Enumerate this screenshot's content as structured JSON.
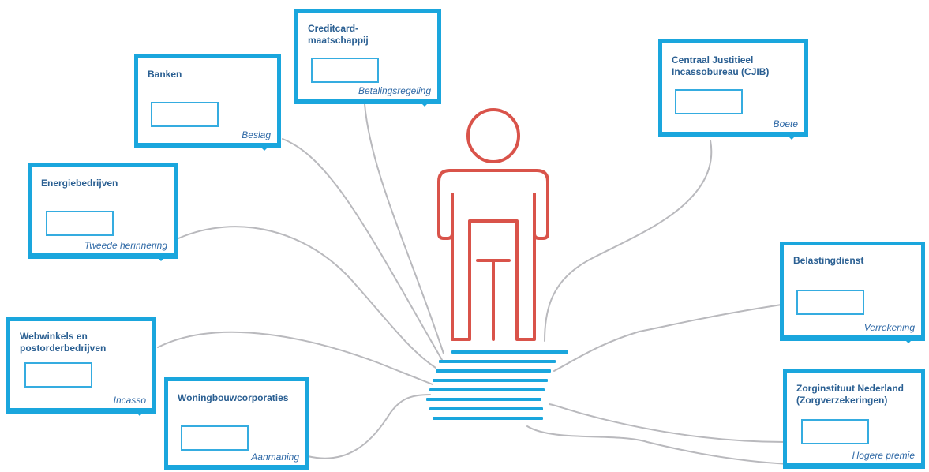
{
  "cards": {
    "creditcard": {
      "title": "Creditcard-\nmaatschappij",
      "tag": "Betalingsregeling"
    },
    "banken": {
      "title": "Banken",
      "tag": "Beslag"
    },
    "cjib": {
      "title": "Centraal Justitieel\nIncassobureau (CJIB)",
      "tag": "Boete"
    },
    "energie": {
      "title": "Energiebedrijven",
      "tag": "Tweede herinnering"
    },
    "belasting": {
      "title": "Belastingdienst",
      "tag": "Verrekening"
    },
    "webwinkels": {
      "title": "Webwinkels en\npostorderbedrijven",
      "tag": "Incasso"
    },
    "woning": {
      "title": "Woningbouwcorporaties",
      "tag": "Aanmaning"
    },
    "zorg": {
      "title": "Zorginstituut Nederland\n(Zorgverzekeringen)",
      "tag": "Hogere premie"
    }
  },
  "colors": {
    "card_border": "#1aa6dd",
    "title_text": "#2a5f92",
    "tag_text": "#2f69a6",
    "person": "#d9534a",
    "lines": "#b9b9bd",
    "steps": "#1aa6dd"
  },
  "icons": {
    "person": "person-outline-icon",
    "pedestal": "stacked-lines-pedestal"
  }
}
